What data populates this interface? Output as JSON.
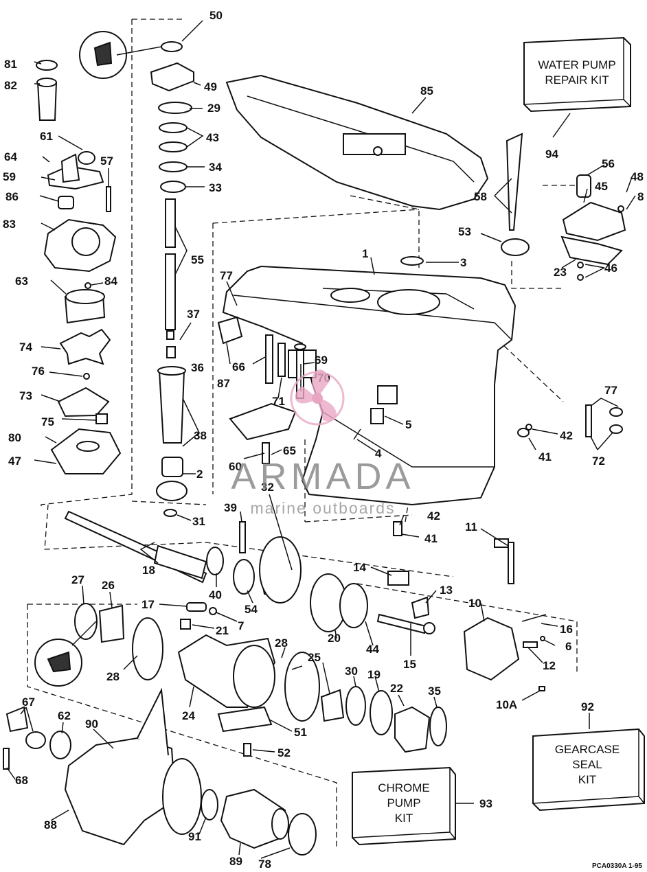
{
  "diagram": {
    "callouts": [
      "50",
      "81",
      "82",
      "49",
      "29",
      "43",
      "34",
      "33",
      "61",
      "64",
      "57",
      "59",
      "86",
      "83",
      "55",
      "63",
      "84",
      "74",
      "37",
      "36",
      "76",
      "73",
      "75",
      "38",
      "80",
      "47",
      "2",
      "31",
      "85",
      "58",
      "94",
      "56",
      "48",
      "8",
      "45",
      "53",
      "23",
      "46",
      "3",
      "1",
      "77",
      "87",
      "66",
      "69",
      "70",
      "71",
      "5",
      "4",
      "60",
      "65",
      "42",
      "41",
      "72",
      "32",
      "39",
      "11",
      "14",
      "13",
      "18",
      "40",
      "54",
      "27",
      "26",
      "17",
      "7",
      "21",
      "10",
      "16",
      "6",
      "12",
      "28",
      "20",
      "44",
      "15",
      "24",
      "25",
      "30",
      "19",
      "22",
      "35",
      "10A",
      "67",
      "62",
      "90",
      "51",
      "52",
      "68",
      "88",
      "91",
      "89",
      "78",
      "92",
      "93"
    ],
    "kits": {
      "water_pump": [
        "WATER PUMP",
        "REPAIR KIT"
      ],
      "gearcase_seal": [
        "GEARCASE",
        "SEAL",
        "KIT"
      ],
      "chrome_pump": [
        "CHROME",
        "PUMP",
        "KIT"
      ]
    },
    "watermark": {
      "brand": "ARMADA",
      "tagline": "marine outboards",
      "logo_color": "#e8a6c4"
    },
    "reference_code": "PCA0330A   1-95"
  }
}
